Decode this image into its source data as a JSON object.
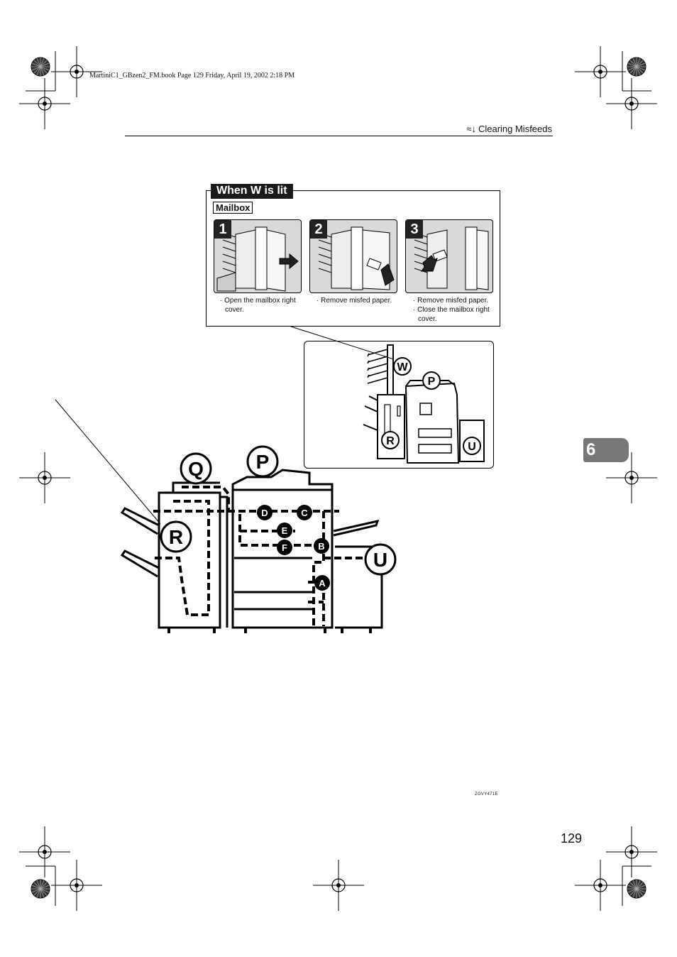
{
  "header": {
    "book_info": "MartiniC1_GBzen2_FM.book  Page 129  Friday, April 19, 2002  2:18 PM",
    "section_title": "Clearing Misfeeds",
    "section_icon": "misfeed-icon"
  },
  "chapter_tab": "6",
  "callout": {
    "title": "When W is lit",
    "subtitle": "Mailbox",
    "steps": [
      {
        "number": "1",
        "lines": [
          "Open the mailbox right cover."
        ]
      },
      {
        "number": "2",
        "lines": [
          "Remove misfed paper."
        ]
      },
      {
        "number": "3",
        "lines": [
          "Remove misfed paper.",
          "Close the mailbox right cover."
        ]
      }
    ]
  },
  "inset_labels": {
    "w": "W",
    "p": "P",
    "r": "R",
    "u": "U"
  },
  "main_labels": {
    "big": {
      "q": "Q",
      "p": "P",
      "r": "R",
      "u": "U"
    },
    "small": {
      "a": "A",
      "b": "B",
      "c": "C",
      "d": "D",
      "e": "E",
      "f": "F"
    }
  },
  "diagram_code": "ZGVY471E",
  "page_number": "129"
}
